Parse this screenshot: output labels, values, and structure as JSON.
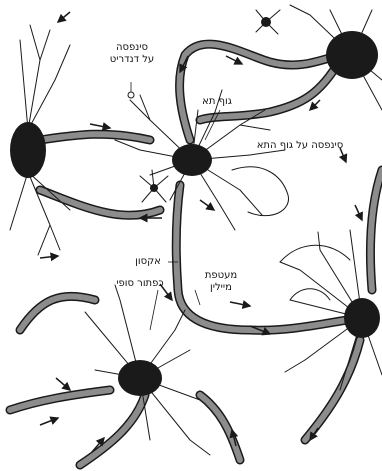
{
  "diagram": {
    "labels": {
      "synapse_dendrite_line1": "סינפסה",
      "synapse_dendrite_line2": "על דנדריט",
      "cell_body": "גוף תא",
      "synapse_cell_body": "סינפסה על גוף התא",
      "axon": "אקסון",
      "myelin_line1": "מעטפת",
      "myelin_line2": "מיילין",
      "terminal_button": "כפתור סופי"
    },
    "colors": {
      "ink": "#1a1a1a",
      "axon_fill": "#8c8c8c",
      "background": "#ffffff"
    },
    "icons": [
      "arrow-icon"
    ]
  }
}
